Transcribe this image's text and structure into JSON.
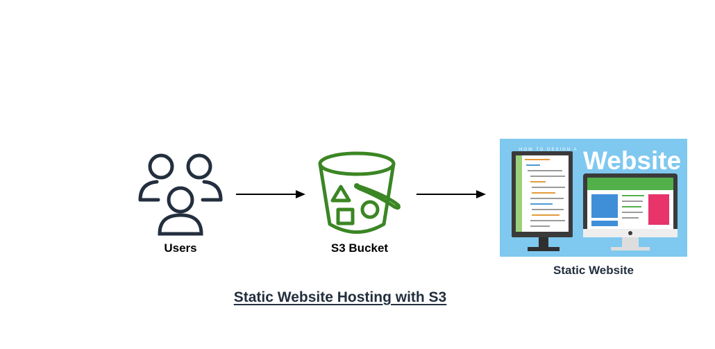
{
  "diagram": {
    "nodes": [
      {
        "id": "users",
        "label": "Users",
        "icon": "users-group-icon",
        "color": "#232f3e"
      },
      {
        "id": "s3",
        "label": "S3 Bucket",
        "icon": "s3-bucket-icon",
        "color": "#3b8624"
      },
      {
        "id": "website",
        "label": "Static Website",
        "icon": "website-monitors-image",
        "color": "#7fc8ef"
      }
    ],
    "edges": [
      {
        "from": "users",
        "to": "s3"
      },
      {
        "from": "s3",
        "to": "website"
      }
    ],
    "caption": "Static Website Hosting with S3",
    "website_banner_text": "Website",
    "website_banner_subtext": "HOW TO DESIGN A"
  }
}
